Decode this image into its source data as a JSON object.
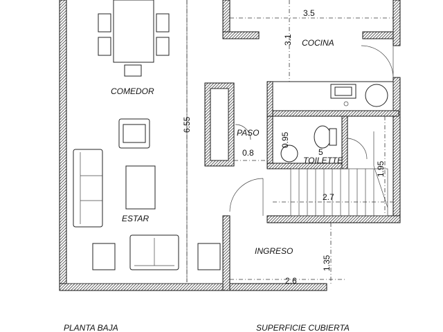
{
  "rooms": {
    "comedor": "COMEDOR",
    "estar": "ESTAR",
    "cocina": "COCINA",
    "paso": "PASO",
    "toilette": "TOILETTE",
    "ingreso": "INGRESO"
  },
  "dimensions": {
    "d_3_5": "3.5",
    "d_3_1": "3.1",
    "d_6_55": "6.55",
    "d_0_8": "0.8",
    "d_0_95": "0.95",
    "d_5": "5",
    "d_1_95": "1.95",
    "d_2_7": "2.7",
    "d_1_35": "1.35",
    "d_2_6": "2.6"
  },
  "footer": {
    "left": "PLANTA BAJA",
    "right": "SUPERFICIE CUBIERTA"
  }
}
